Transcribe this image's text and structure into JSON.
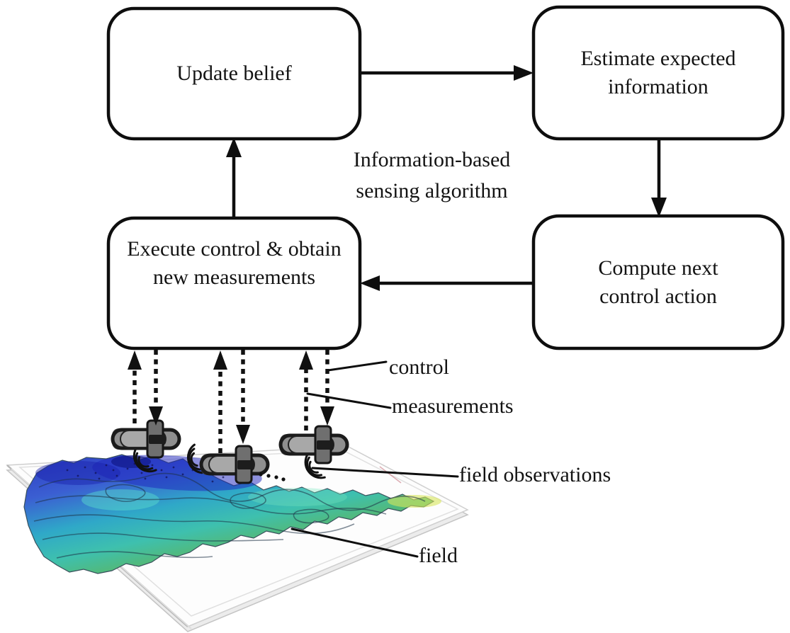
{
  "flowchart": {
    "boxes": [
      {
        "id": "update-belief",
        "label": "Update belief"
      },
      {
        "id": "estimate-expected-information",
        "label": "Estimate expected\ninformation"
      },
      {
        "id": "execute-control",
        "label": "Execute control & obtain\nnew measurements"
      },
      {
        "id": "compute-next-control-action",
        "label": "Compute next\ncontrol action"
      }
    ],
    "caption": "Information-based\nsensing algorithm"
  },
  "callouts": {
    "control": "control",
    "measurements": "measurements",
    "field_observations": "field observations",
    "field": "field"
  },
  "scene": {
    "vehicle_icon": "auv-icon",
    "vehicle_count": 3,
    "sonar_icon": "sonar-waves-icon",
    "field_icon": "contour-field-map"
  },
  "colors": {
    "outline": "#0e0e0e",
    "box_fill": "#ffffff",
    "field_deep_blue": "#2e3ec4",
    "field_blue": "#3b5fd2",
    "field_teal": "#3ec0ae",
    "field_green": "#54b874",
    "field_yellow": "#c6dd50",
    "auv_body": "#8f8f8f",
    "auv_dark": "#3a3a3a",
    "sheet": "#fdfdfd"
  }
}
